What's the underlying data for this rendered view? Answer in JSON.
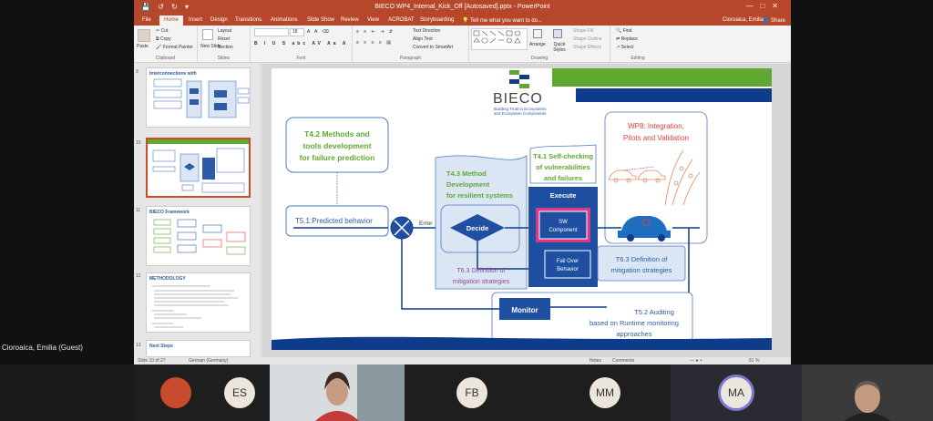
{
  "window": {
    "title": "BIECO WP4_Internal_Kick_Off [Autosaved].pptx - PowerPoint",
    "user": "Cioroaica, Emilia",
    "share": "Share"
  },
  "menu": {
    "items": [
      "File",
      "Home",
      "Insert",
      "Design",
      "Transitions",
      "Animations",
      "Slide Show",
      "Review",
      "View",
      "ACROBAT",
      "Storyboarding"
    ],
    "active": "Home",
    "tell_me": "Tell me what you want to do..."
  },
  "ribbon": {
    "clipboard": {
      "paste": "Paste",
      "cut": "Cut",
      "copy": "Copy",
      "format_painter": "Format Painter",
      "caption": "Clipboard"
    },
    "slides": {
      "new_slide": "New Slide",
      "layout": "Layout",
      "reset": "Reset",
      "section": "Section",
      "caption": "Slides"
    },
    "font": {
      "font_size": "18",
      "caption": "Font"
    },
    "paragraph": {
      "text_direction": "Text Direction",
      "align_text": "Align Text",
      "smartart": "Convert to SmartArt",
      "caption": "Paragraph"
    },
    "drawing": {
      "arrange": "Arrange",
      "quick_styles": "Quick Styles",
      "shape_fill": "Shape Fill",
      "shape_outline": "Shape Outline",
      "shape_effects": "Shape Effects",
      "caption": "Drawing"
    },
    "editing": {
      "find": "Find",
      "replace": "Replace",
      "select": "Select",
      "caption": "Editing"
    }
  },
  "thumbnails": [
    {
      "num": "9",
      "title": "Interconnections with"
    },
    {
      "num": "10",
      "title": ""
    },
    {
      "num": "11",
      "title": "BIECO Framework"
    },
    {
      "num": "12",
      "title": "METHODOLOGY"
    },
    {
      "num": "13",
      "title": "Next Steps"
    }
  ],
  "slide": {
    "logo_text": "BIECO",
    "logo_sub1": "Building Trust in Ecosystems",
    "logo_sub2": "and Ecosystem Components",
    "t42_title": [
      "T4.2 Methods and",
      "tools development",
      "for failure prediction"
    ],
    "t51": "T5.1:Predicted behavior",
    "error": "Error",
    "t43": [
      "T4.3 Method",
      "Development",
      "for resilient systems"
    ],
    "decide": "Decide",
    "t63_left": [
      "T6.3 Definition of",
      "mitigation strategies"
    ],
    "t41": [
      "T4.1 Self-checking",
      "of vulnerabilities",
      "and failures"
    ],
    "execute": "Execute",
    "sw_component": [
      "SW",
      "Component"
    ],
    "failover": [
      "Fail Over",
      "Behavior"
    ],
    "t63_right": [
      "T6.3 Definition of",
      "mitigation strategies"
    ],
    "wp8": [
      "WP8: Integration,",
      "Pilots and Validation"
    ],
    "monitor": "Monitor",
    "t52": [
      "T5.2 Auditing",
      "based  on Runtime monitoring",
      "approaches"
    ]
  },
  "statusbar": {
    "slide_of": "Slide 10 of 27",
    "language": "German (Germany)",
    "notes": "Notes",
    "comments": "Comments",
    "zoom": "81 %"
  },
  "participants": {
    "guest_label": "Cioroaica, Emilia (Guest)",
    "initials": [
      "ES",
      "FB",
      "MM",
      "MA"
    ]
  },
  "colors": {
    "accent": "#b7472a",
    "slide_blue": "#2e5aa7",
    "green": "#5fa832",
    "red": "#e5403a"
  }
}
